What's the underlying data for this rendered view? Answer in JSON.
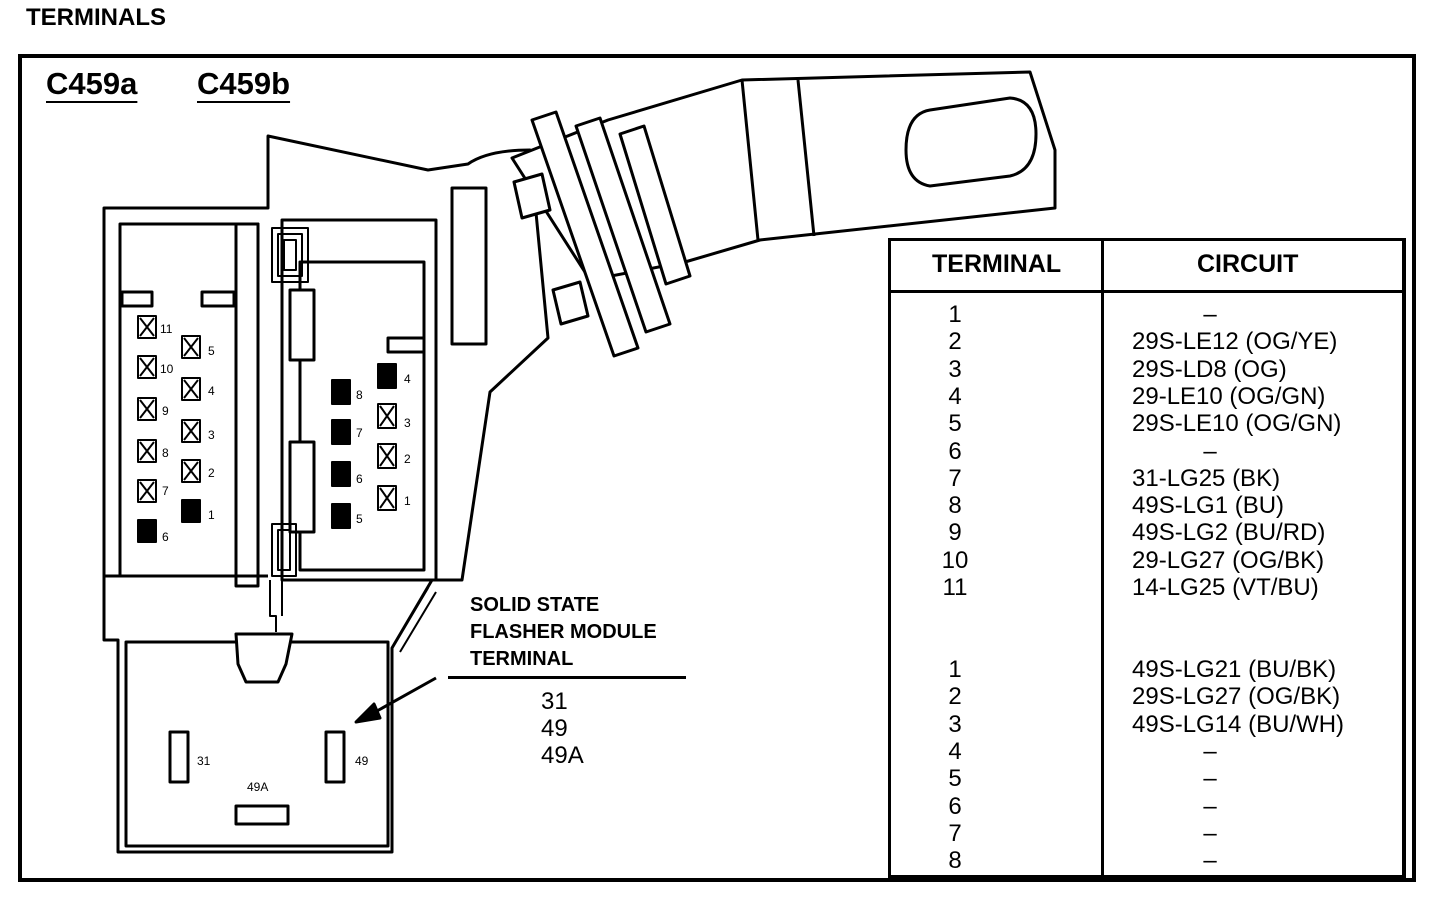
{
  "page_title": "TERMINALS",
  "connector_a": "C459a",
  "connector_b": "C459b",
  "c459a_pins": [
    "11",
    "5",
    "10",
    "4",
    "9",
    "3",
    "8",
    "2",
    "7",
    "1",
    "6"
  ],
  "c459b_pins": [
    "4",
    "8",
    "3",
    "7",
    "2",
    "6",
    "1",
    "5"
  ],
  "flasher": {
    "heading": [
      "SOLID STATE",
      "FLASHER MODULE",
      "TERMINAL"
    ],
    "terminals": [
      "31",
      "49",
      "49A"
    ],
    "module_labels": [
      "31",
      "49A",
      "49"
    ]
  },
  "table": {
    "header_terminal": "TERMINAL",
    "header_circuit": "CIRCUIT",
    "c459a_rows": [
      {
        "terminal": "1",
        "circuit": "–"
      },
      {
        "terminal": "2",
        "circuit": "29S-LE12 (OG/YE)"
      },
      {
        "terminal": "3",
        "circuit": "29S-LD8 (OG)"
      },
      {
        "terminal": "4",
        "circuit": "29-LE10 (OG/GN)"
      },
      {
        "terminal": "5",
        "circuit": "29S-LE10 (OG/GN)"
      },
      {
        "terminal": "6",
        "circuit": "–"
      },
      {
        "terminal": "7",
        "circuit": "31-LG25 (BK)"
      },
      {
        "terminal": "8",
        "circuit": "49S-LG1 (BU)"
      },
      {
        "terminal": "9",
        "circuit": "49S-LG2 (BU/RD)"
      },
      {
        "terminal": "10",
        "circuit": "29-LG27 (OG/BK)"
      },
      {
        "terminal": "11",
        "circuit": "14-LG25 (VT/BU)"
      }
    ],
    "c459b_rows": [
      {
        "terminal": "1",
        "circuit": "49S-LG21 (BU/BK)"
      },
      {
        "terminal": "2",
        "circuit": "29S-LG27 (OG/BK)"
      },
      {
        "terminal": "3",
        "circuit": "49S-LG14 (BU/WH)"
      },
      {
        "terminal": "4",
        "circuit": "–"
      },
      {
        "terminal": "5",
        "circuit": "–"
      },
      {
        "terminal": "6",
        "circuit": "–"
      },
      {
        "terminal": "7",
        "circuit": "–"
      },
      {
        "terminal": "8",
        "circuit": "–"
      }
    ]
  }
}
